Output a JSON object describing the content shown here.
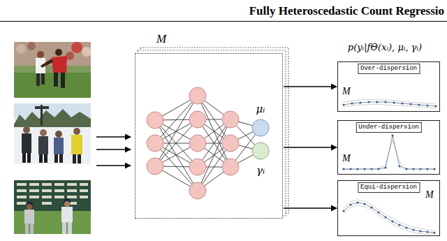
{
  "diagram": {
    "nodes": [
      {
        "text": [
          "M"
        ]
      },
      {
        "text": [
          "μᵢ"
        ],
        "in": 0
      },
      {
        "text": [
          "γᵢ"
        ],
        "in": 0
      },
      {
        "text": [
          "Over-dispersion",
          "M"
        ]
      },
      {
        "text": [
          "Under-dispersion",
          "M"
        ]
      },
      {
        "text": [
          "Equi-dispersion",
          "M"
        ]
      }
    ],
    "edges": [
      {
        "from": 0,
        "to": 3,
        "arrow": "to"
      },
      {
        "from": 0,
        "to": 4,
        "arrow": "to"
      },
      {
        "from": 0,
        "to": 5,
        "arrow": "to"
      }
    ],
    "labels": [
      "Fully Heteroscedastic Count Regressio",
      "p(yᵢ|fΘ(xᵢ), μᵢ, γᵢ)"
    ]
  }
}
